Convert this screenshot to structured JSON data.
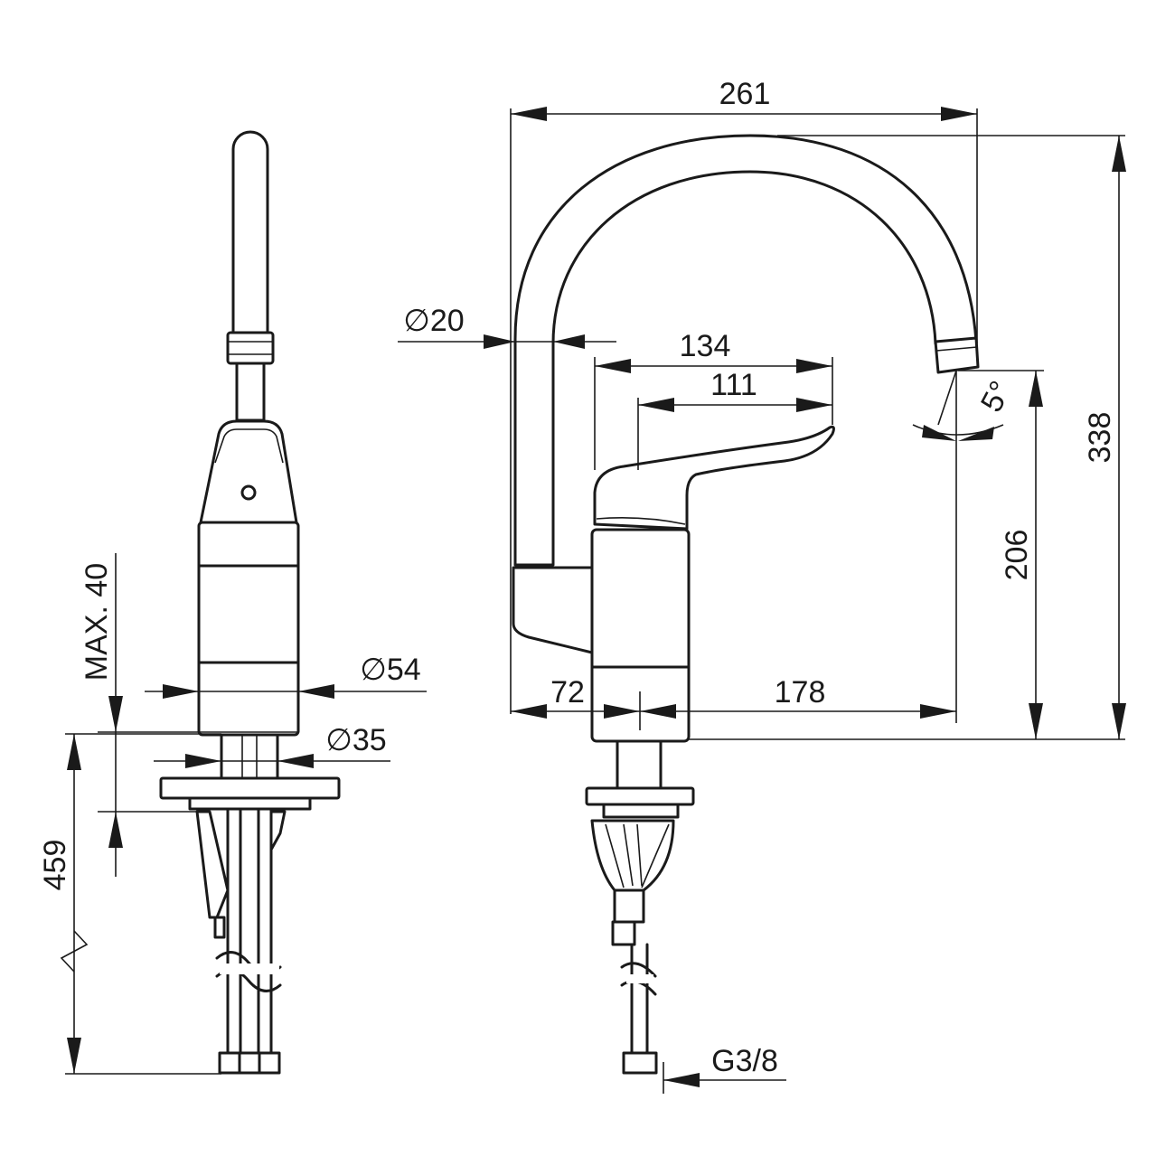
{
  "dimensions": {
    "spout_reach": "261",
    "total_height": "338",
    "spout_diameter": "∅20",
    "lever_length_outer": "134",
    "lever_length_inner": "111",
    "spout_angle": "5°",
    "outlet_height": "206",
    "body_offset_back": "72",
    "outlet_projection": "178",
    "max_deck_thickness": "MAX. 40",
    "body_diameter": "∅54",
    "shank_diameter": "∅35",
    "hose_length": "459",
    "connection_thread": "G3/8"
  }
}
